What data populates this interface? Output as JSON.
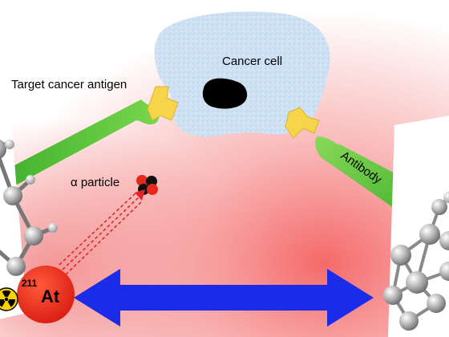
{
  "labels": {
    "cancer_cell": "Cancer cell",
    "target_antigen": "Target cancer antigen",
    "alpha_particle": "α particle",
    "antibody": "Antibody",
    "isotope_mass": "211",
    "isotope_symbol": "At"
  },
  "colors": {
    "cell": "#c9dff2",
    "nucleus": "#000000",
    "antigen": "#f7d54a",
    "antibody": "#5fc738",
    "arrow": "#1a2ce8",
    "astatine": "#e8271c",
    "alpha_dash": "#e0262b",
    "background_glow": "#f36b6b"
  },
  "icons": {
    "radiation": "radiation-trefoil-icon"
  }
}
